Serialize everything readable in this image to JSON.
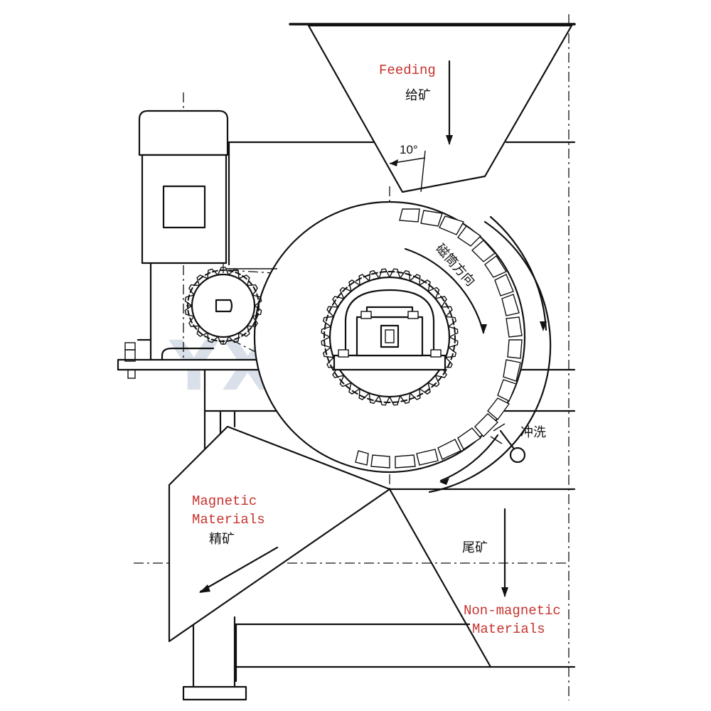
{
  "colors": {
    "line": "#111111",
    "label_en": "#c8322d",
    "watermark_blue": "#3a5a8a",
    "watermark_orange": "#e8a13a"
  },
  "labels": {
    "feeding_en": "Feeding",
    "feeding_cn": "给矿",
    "angle": "10°",
    "drum_direction_cn": "磁筒方向",
    "flushing_cn": "冲洗",
    "magnetic_en_1": "Magnetic",
    "magnetic_en_2": "Materials",
    "magnetic_cn": "精矿",
    "tailings_cn": "尾矿",
    "nonmagnetic_en_1": "Non-magnetic",
    "nonmagnetic_en_2": "Materials"
  },
  "watermark": {
    "text": "YXJGS"
  }
}
